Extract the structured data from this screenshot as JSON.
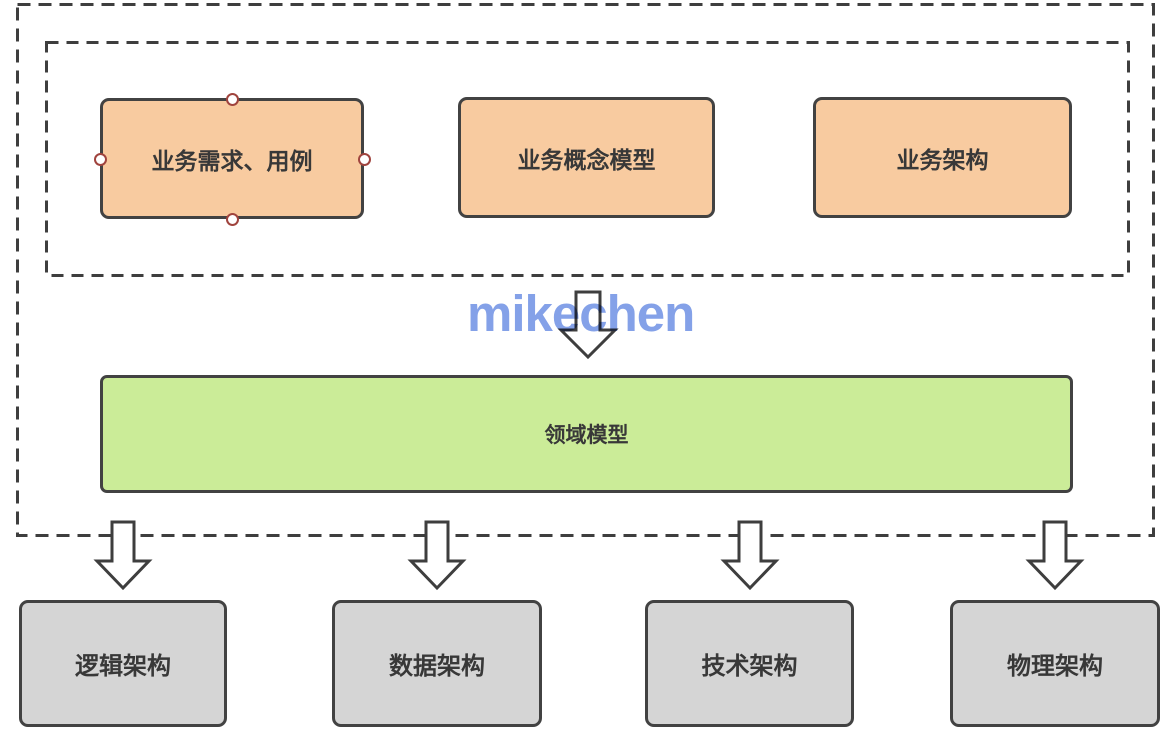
{
  "diagram": {
    "watermark": "mikechen",
    "business_layer": {
      "boxes": [
        {
          "label": "业务需求、用例"
        },
        {
          "label": "业务概念模型"
        },
        {
          "label": "业务架构"
        }
      ]
    },
    "domain_layer": {
      "label": "领域模型"
    },
    "architecture_layer": {
      "boxes": [
        {
          "label": "逻辑架构"
        },
        {
          "label": "数据架构"
        },
        {
          "label": "技术架构"
        },
        {
          "label": "物理架构"
        }
      ]
    },
    "colors": {
      "business_box_fill": "#F8CBA0",
      "domain_box_fill": "#CBEC98",
      "architecture_box_fill": "#D5D5D5",
      "shape_border": "#424242",
      "dashed_border": "#3E3E3E",
      "arrow_fill": "#FFFFFF",
      "watermark": "#84A1E8",
      "selection_handle": "#A0443E",
      "text": "#383838"
    }
  }
}
